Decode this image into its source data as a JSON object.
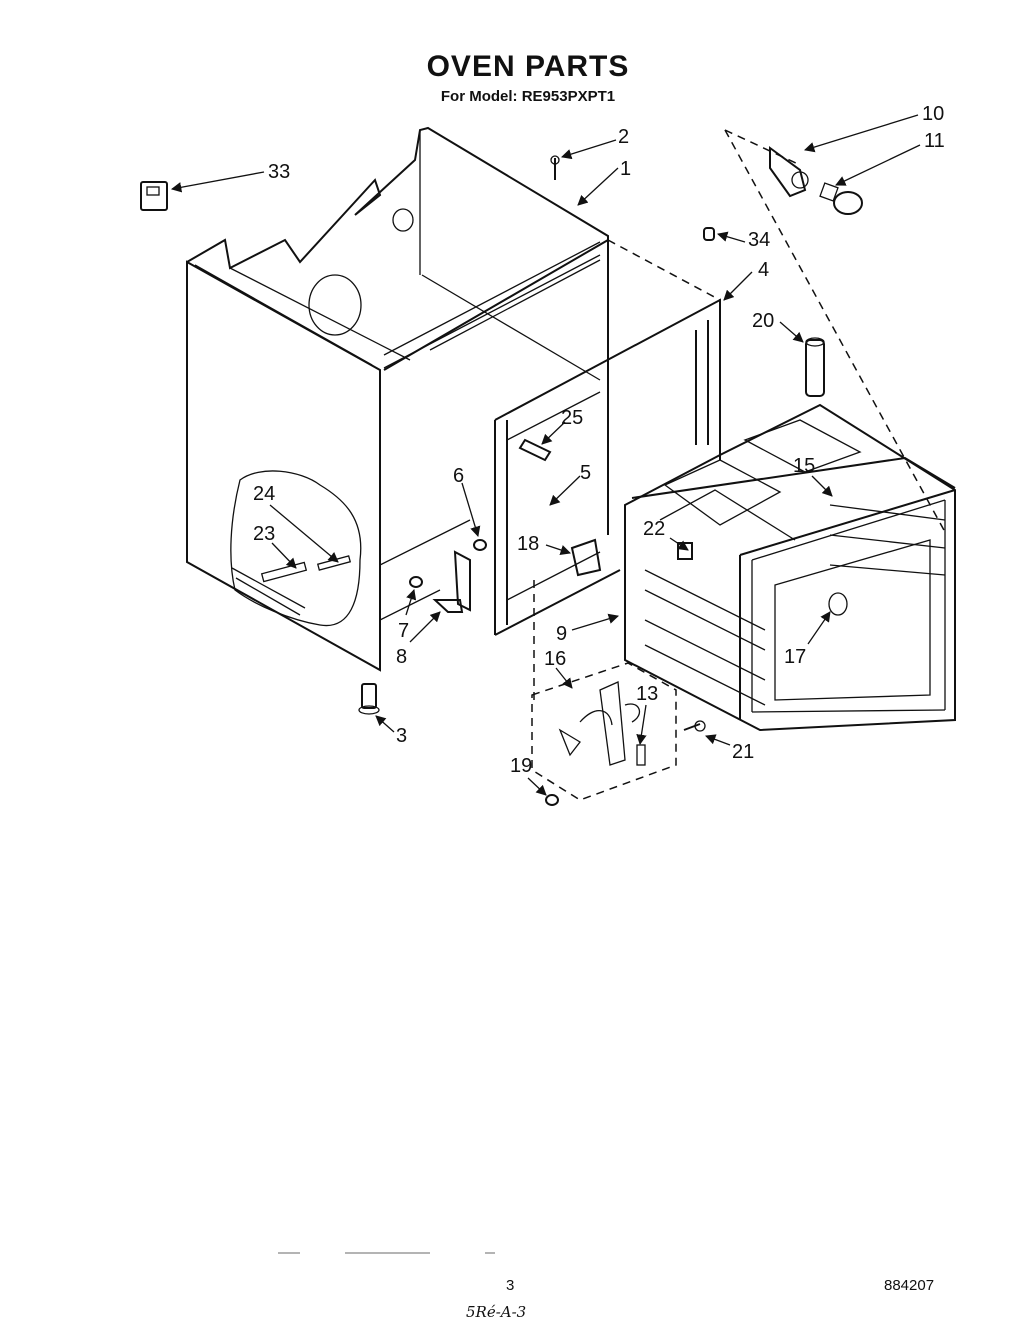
{
  "header": {
    "title": "OVEN PARTS",
    "subtitle": "For Model: RE953PXPT1"
  },
  "callouts": [
    {
      "id": "1",
      "label": "1"
    },
    {
      "id": "2",
      "label": "2"
    },
    {
      "id": "3",
      "label": "3"
    },
    {
      "id": "4",
      "label": "4"
    },
    {
      "id": "5",
      "label": "5"
    },
    {
      "id": "6",
      "label": "6"
    },
    {
      "id": "7",
      "label": "7"
    },
    {
      "id": "8",
      "label": "8"
    },
    {
      "id": "9",
      "label": "9"
    },
    {
      "id": "10",
      "label": "10"
    },
    {
      "id": "11",
      "label": "11"
    },
    {
      "id": "13",
      "label": "13"
    },
    {
      "id": "15",
      "label": "15"
    },
    {
      "id": "16",
      "label": "16"
    },
    {
      "id": "17",
      "label": "17"
    },
    {
      "id": "18",
      "label": "18"
    },
    {
      "id": "19",
      "label": "19"
    },
    {
      "id": "20",
      "label": "20"
    },
    {
      "id": "21",
      "label": "21"
    },
    {
      "id": "22",
      "label": "22"
    },
    {
      "id": "23",
      "label": "23"
    },
    {
      "id": "24",
      "label": "24"
    },
    {
      "id": "25",
      "label": "25"
    },
    {
      "id": "33",
      "label": "33"
    },
    {
      "id": "34",
      "label": "34"
    }
  ],
  "footer": {
    "page_number": "3",
    "part_code": "884207",
    "handwritten_note": "5Ré-A-3"
  }
}
